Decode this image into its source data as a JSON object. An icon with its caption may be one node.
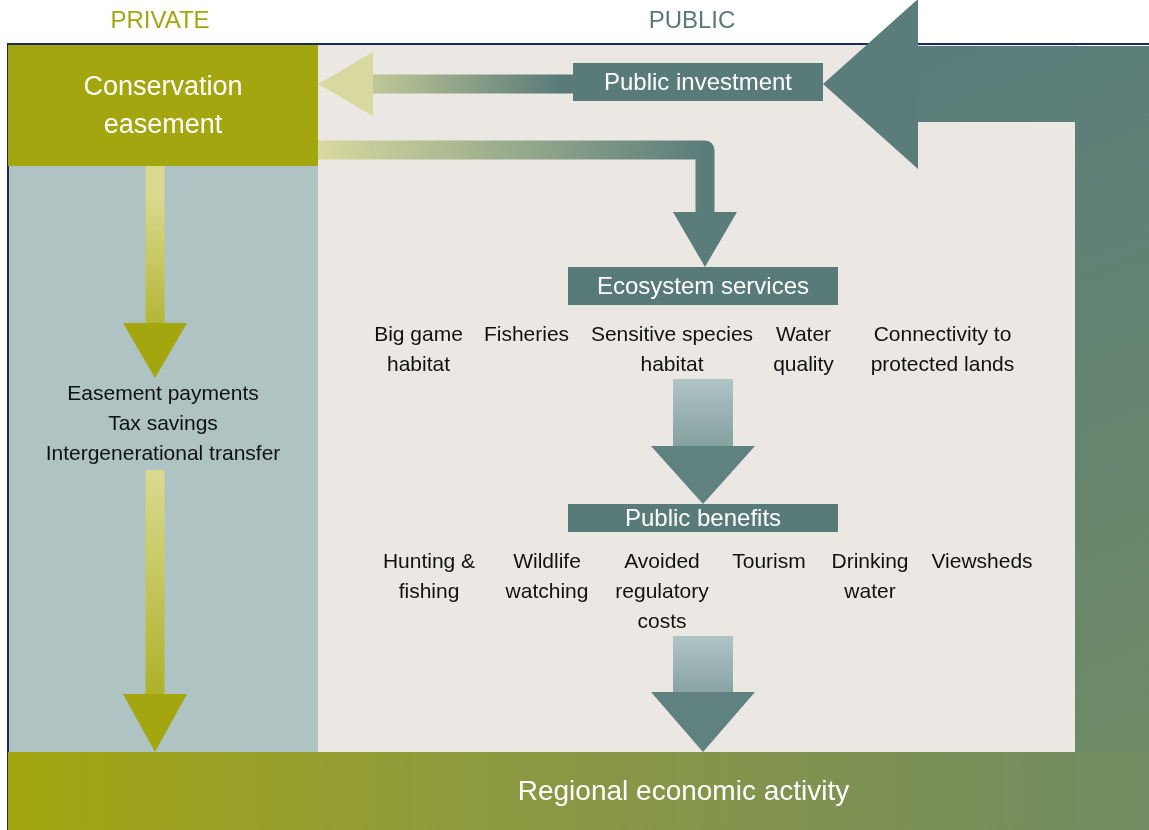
{
  "diagram": {
    "nodes": [
      {
        "text": [
          "Conservation easement"
        ]
      },
      {
        "text": [
          "Public investment"
        ]
      },
      {
        "text": [
          "Ecosystem services"
        ],
        "beside": [
          "Big game habitat",
          "Fisheries",
          "Sensitive species habitat",
          "Water quality",
          "Connectivity to protected lands"
        ]
      },
      {
        "text": [
          "Public benefits"
        ],
        "beside": [
          "Hunting & fishing",
          "Wildlife watching",
          "Avoided regulatory costs",
          "Tourism",
          "Drinking water",
          "Viewsheds"
        ]
      },
      {
        "text": [
          "Regional economic activity"
        ]
      },
      {
        "text": [
          "Easement payments",
          "Tax savings",
          "Intergenerational transfer"
        ]
      }
    ],
    "edges": [
      {
        "from": 1,
        "to": 0,
        "arrow": "to"
      },
      {
        "from": 0,
        "to": 2,
        "arrow": "to"
      },
      {
        "from": 2,
        "to": 3,
        "arrow": "to"
      },
      {
        "from": 3,
        "to": 4,
        "arrow": "to"
      },
      {
        "from": 0,
        "to": 5,
        "arrow": "to"
      },
      {
        "from": 5,
        "to": 4,
        "arrow": "to"
      },
      {
        "from": 4,
        "to": 1,
        "arrow": "to"
      }
    ],
    "labels": [
      "PRIVATE",
      "PUBLIC"
    ]
  }
}
